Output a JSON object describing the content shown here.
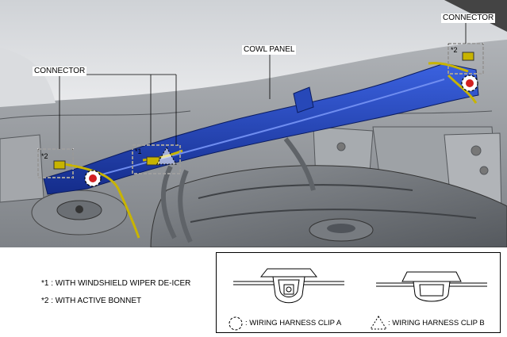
{
  "labels": {
    "connector_left": "CONNECTOR",
    "connector_right": "CONNECTOR",
    "cowl_panel": "COWL PANEL"
  },
  "markers": {
    "star1": "*1",
    "star2": "*2"
  },
  "notes": {
    "note1": "*1 : WITH WINDSHIELD WIPER DE-ICER",
    "note2": "*2 : WITH ACTIVE BONNET"
  },
  "legend": {
    "clip_a": ": WIRING HARNESS CLIP A",
    "clip_b": ": WIRING HARNESS CLIP B"
  },
  "colors": {
    "cowl_panel": "#1f3fb8",
    "harness": "#c8b400",
    "clip_red": "#d22020"
  }
}
